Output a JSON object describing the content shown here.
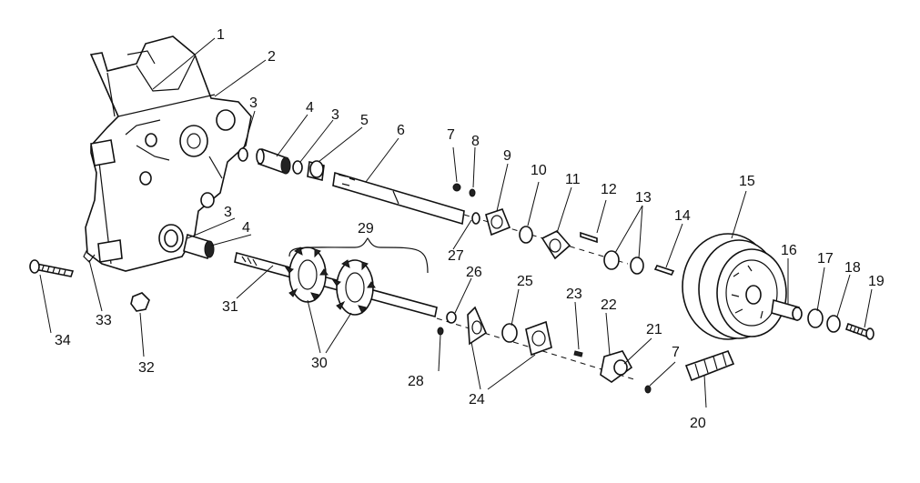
{
  "callouts": [
    "1",
    "2",
    "3",
    "4",
    "3",
    "5",
    "6",
    "7",
    "8",
    "9",
    "10",
    "11",
    "12",
    "13",
    "14",
    "15",
    "16",
    "17",
    "18",
    "19",
    "3",
    "4",
    "29",
    "26",
    "25",
    "23",
    "22",
    "21",
    "7",
    "27",
    "31",
    "30",
    "24",
    "28",
    "20",
    "34",
    "33",
    "32"
  ]
}
